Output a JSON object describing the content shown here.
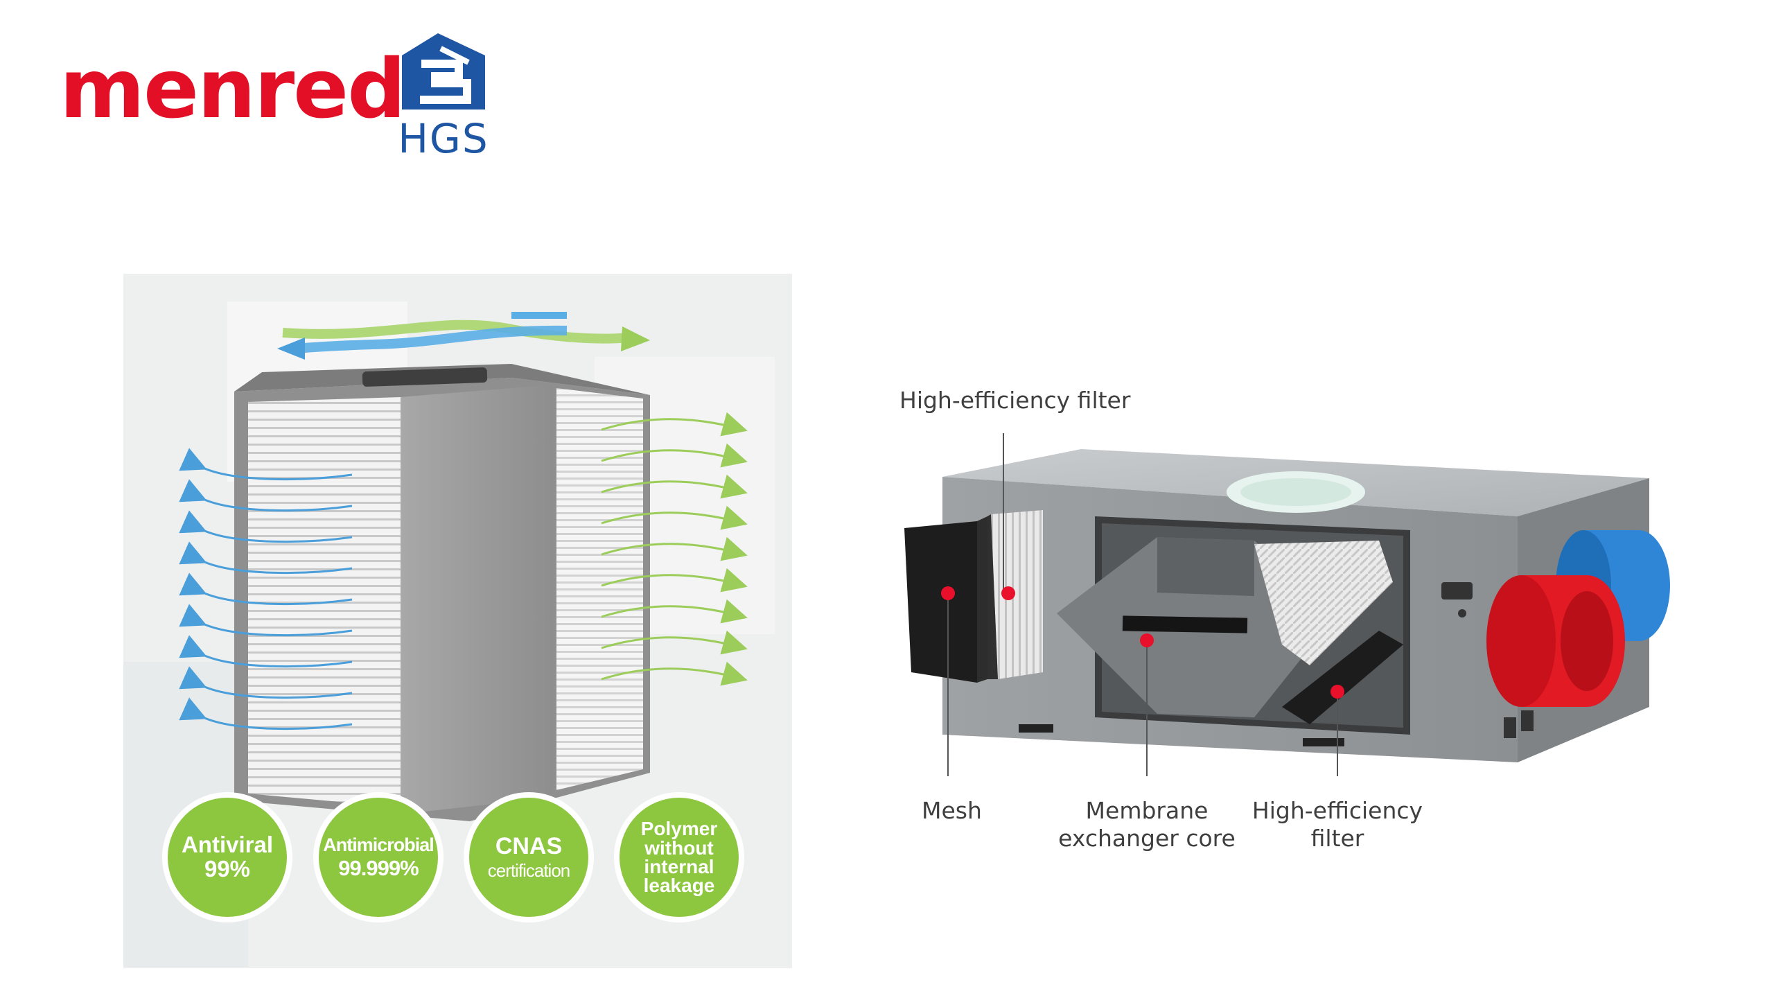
{
  "logos": {
    "menred": "menred",
    "hgs": "HGS"
  },
  "badges": [
    {
      "line1": "Antiviral",
      "line2": "99%"
    },
    {
      "line1": "Antimicrobial",
      "line2": "99.999%"
    },
    {
      "line1": "CNAS",
      "line2": "certification"
    },
    {
      "lines": [
        "Polymer",
        "without",
        "internal",
        "leakage"
      ]
    }
  ],
  "diagram": {
    "labels": {
      "top_filter": "High-efficiency filter",
      "mesh": "Mesh",
      "core_line1": "Membrane",
      "core_line2": "exchanger core",
      "filter_line1": "High-efficiency",
      "filter_line2": "filter"
    }
  },
  "colors": {
    "brand_red": "#e30f26",
    "brand_blue": "#1e56a3",
    "badge_green": "#8dc63f",
    "arrow_blue": "#4a9ed9",
    "arrow_green": "#9ccc5a",
    "marker_red": "#e8102a"
  }
}
